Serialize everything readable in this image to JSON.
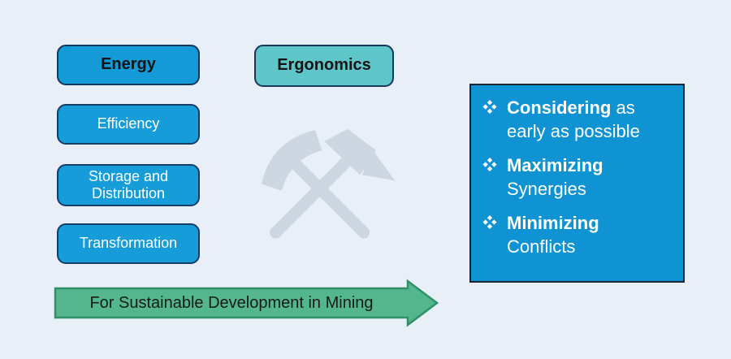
{
  "left_column": {
    "header": {
      "label": "Energy"
    },
    "items": [
      {
        "label": "Efficiency"
      },
      {
        "label": "Storage and Distribution"
      },
      {
        "label": "Transformation"
      }
    ]
  },
  "ergonomics": {
    "label": "Ergonomics"
  },
  "mining_icon": {
    "name": "crossed-hammer-and-pick",
    "color": "#ccd7e2"
  },
  "right_box": {
    "bullet_icon": "four-diamonds",
    "items": [
      {
        "bold": "Considering",
        "rest": " as early as possible"
      },
      {
        "bold": "Maximizing",
        "rest": " Synergies"
      },
      {
        "bold": "Minimizing",
        "rest": " Conflicts"
      }
    ]
  },
  "arrow": {
    "label": "For Sustainable Development in Mining"
  },
  "colors": {
    "background": "#e9eff6",
    "button_blue": "#169cd8",
    "button_border": "#163e66",
    "ergonomics_teal": "#5ec5c8",
    "right_box_blue": "#0f93d2",
    "right_box_border": "#1a2433",
    "arrow_green": "#54b68c",
    "arrow_border": "#2e9168",
    "icon_gray": "#ccd7e2"
  }
}
